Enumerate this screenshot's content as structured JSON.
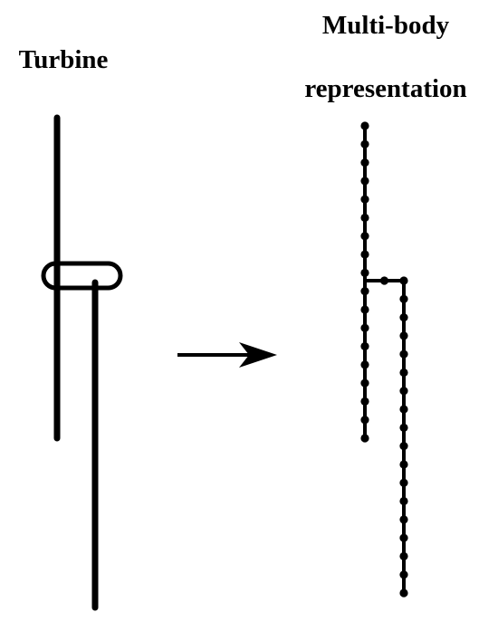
{
  "labels": {
    "turbine": "Turbine",
    "multibody_line1": "Multi-body",
    "multibody_line2": "representation"
  },
  "colors": {
    "stroke": "#000000",
    "background": "#ffffff"
  },
  "multibody": {
    "column_a_nodes": 18,
    "column_b_nodes": 18,
    "connector_nodes": 1
  }
}
